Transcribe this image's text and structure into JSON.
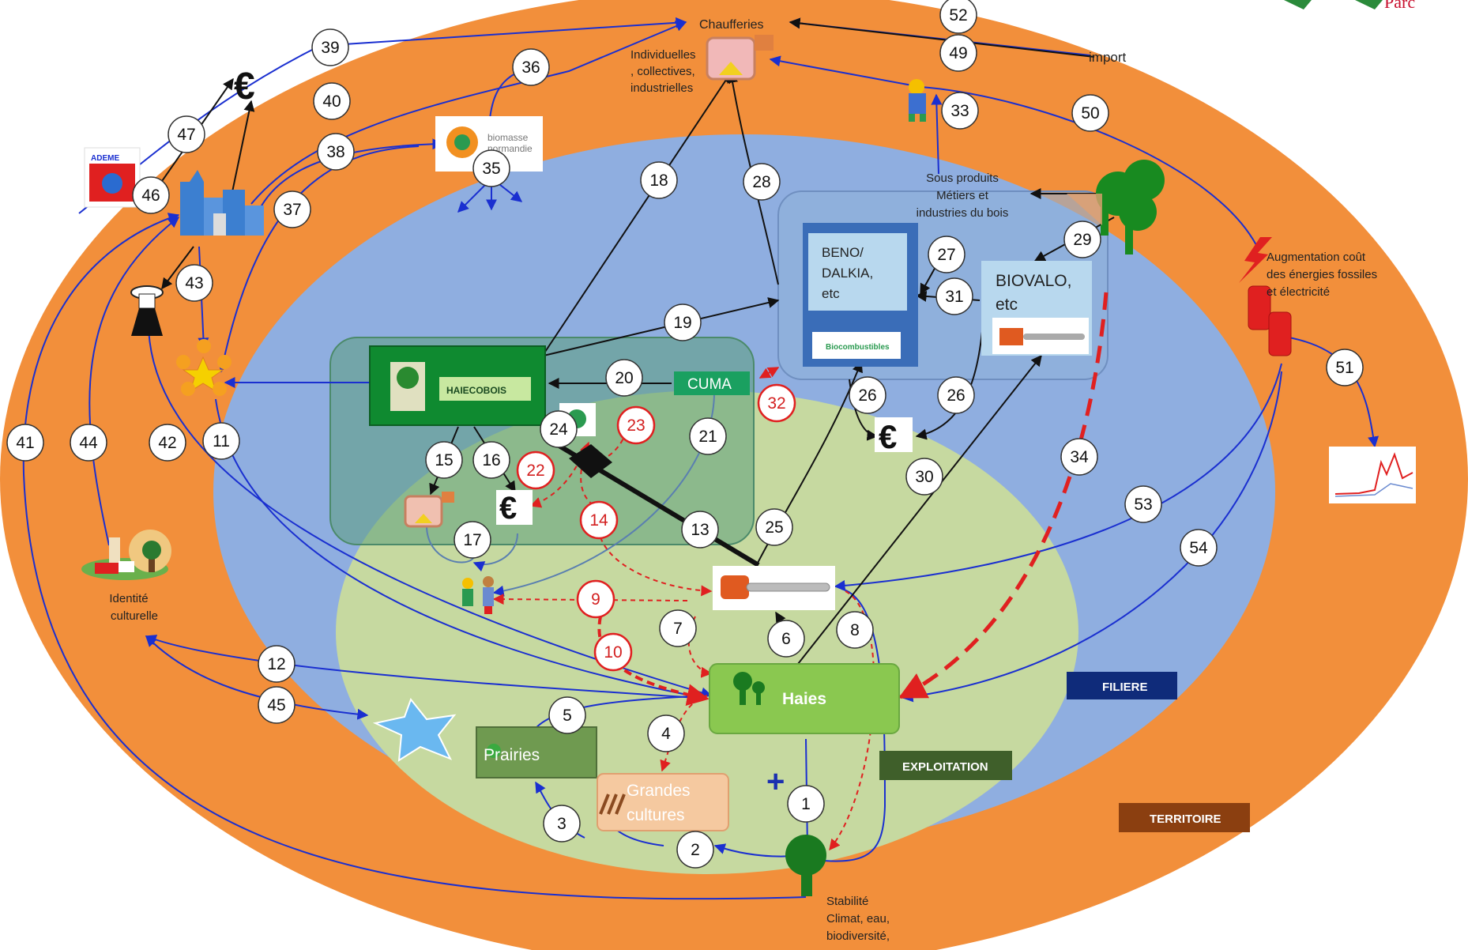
{
  "logo": {
    "text": "Parc",
    "color": "#c8102e"
  },
  "zones": [
    {
      "label": "TERRITOIRE",
      "color": "#f28f3b",
      "tag": "#8b3f10"
    },
    {
      "label": "FILIERE",
      "color": "#8faee0",
      "tag": "#0f2b7a"
    },
    {
      "label": "EXPLOITATION",
      "color": "#c6d9a0",
      "tag": "#3f5f2a"
    }
  ],
  "labels": {
    "chaufferies": "Chaufferies",
    "chaufferies_types": [
      "Individuelles",
      ", collectives,",
      "industrielles"
    ],
    "import": "import",
    "sous_produits": [
      "Sous produits",
      "Métiers et",
      "industries du bois"
    ],
    "beno": [
      "BENO/",
      "DALKIA,",
      "etc"
    ],
    "biovalo": [
      "BIOVALO,",
      "etc"
    ],
    "biocombustibles": "Biocombustibles",
    "augmentation": [
      "Augmentation coût",
      "des énergies fossiles",
      "et électricité"
    ],
    "identite": [
      "Identité",
      "culturelle"
    ],
    "haies": "Haies",
    "prairies": "Prairies",
    "grandes_cultures": [
      "Grandes",
      "cultures"
    ],
    "stabilite": [
      "Stabilité",
      "Climat, eau,",
      "biodiversité,"
    ],
    "cuma": "CUMA",
    "haiecobois": "HAIECOBOIS",
    "biomasse": [
      "biomasse",
      "normandie"
    ],
    "ademe": "ADEME",
    "euro": "€",
    "plus": "+"
  },
  "numbers": [
    {
      "n": "1"
    },
    {
      "n": "2"
    },
    {
      "n": "3"
    },
    {
      "n": "4"
    },
    {
      "n": "5"
    },
    {
      "n": "6"
    },
    {
      "n": "7"
    },
    {
      "n": "8"
    },
    {
      "n": "9",
      "red": true
    },
    {
      "n": "10",
      "red": true
    },
    {
      "n": "11"
    },
    {
      "n": "12"
    },
    {
      "n": "13"
    },
    {
      "n": "14",
      "red": true
    },
    {
      "n": "15"
    },
    {
      "n": "16"
    },
    {
      "n": "17"
    },
    {
      "n": "18"
    },
    {
      "n": "19"
    },
    {
      "n": "20"
    },
    {
      "n": "21"
    },
    {
      "n": "22",
      "red": true
    },
    {
      "n": "23",
      "red": true
    },
    {
      "n": "24"
    },
    {
      "n": "25"
    },
    {
      "n": "26"
    },
    {
      "n": "26"
    },
    {
      "n": "27"
    },
    {
      "n": "28"
    },
    {
      "n": "29"
    },
    {
      "n": "30"
    },
    {
      "n": "31"
    },
    {
      "n": "32",
      "red": true
    },
    {
      "n": "33"
    },
    {
      "n": "34"
    },
    {
      "n": "35"
    },
    {
      "n": "36"
    },
    {
      "n": "37"
    },
    {
      "n": "38"
    },
    {
      "n": "39"
    },
    {
      "n": "40"
    },
    {
      "n": "41"
    },
    {
      "n": "42"
    },
    {
      "n": "43"
    },
    {
      "n": "44"
    },
    {
      "n": "45"
    },
    {
      "n": "46"
    },
    {
      "n": "47"
    },
    {
      "n": "49"
    },
    {
      "n": "50"
    },
    {
      "n": "51"
    },
    {
      "n": "52"
    },
    {
      "n": "53"
    },
    {
      "n": "54"
    }
  ]
}
